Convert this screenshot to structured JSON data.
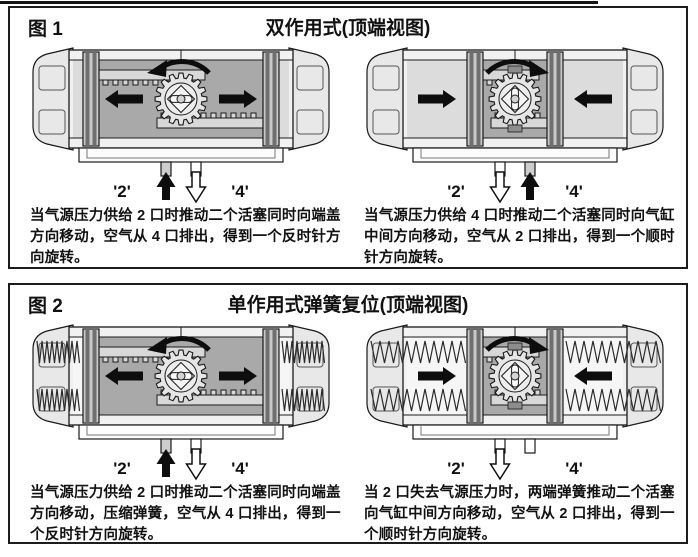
{
  "colors": {
    "line": "#1a1a1a",
    "body": "#e8e8e8",
    "chamber_outer": "#dcdcdc",
    "chamber_center": "#a9a9a9",
    "rack": "#d8d8d8",
    "gear": "#e6e6e6",
    "piston_dark": "#6f6f6f",
    "piston_light": "#c8c8c8"
  },
  "figure1": {
    "label": "图 1",
    "title": "双作用式(顶端视图)",
    "diagrams": [
      {
        "name": "double-acting-counterclockwise",
        "port2_label": "'2'",
        "port4_label": "'4'",
        "pistons": "outward",
        "rotation": "ccw",
        "springs": "none",
        "port2_flow": "supply",
        "port4_flow": "exhaust",
        "caption": "当气源压力供给 2 口时推动二个活塞同时向端盖方向移动，空气从 4 口排出，得到一个反时针方向旋转。"
      },
      {
        "name": "double-acting-clockwise",
        "port2_label": "'2'",
        "port4_label": "'4'",
        "pistons": "inward",
        "rotation": "cw",
        "springs": "none",
        "port2_flow": "exhaust",
        "port4_flow": "supply",
        "caption": "当气源压力供给 4 口时推动二个活塞同时向气缸中间方向移动，空气从 2 口排出，得到一个顺时针方向旋转。"
      }
    ]
  },
  "figure2": {
    "label": "图 2",
    "title": "单作用式弹簧复位(顶端视图)",
    "diagrams": [
      {
        "name": "spring-return-counterclockwise",
        "port2_label": "'2'",
        "port4_label": "'4'",
        "pistons": "outward",
        "rotation": "ccw",
        "springs": "compressed",
        "port2_flow": "supply",
        "port4_flow": "exhaust",
        "caption": "当气源压力供给 2 口时推动二个活塞同时向端盖方向移动，压缩弹簧，空气从 4 口排出，得到一个反时针方向旋转。"
      },
      {
        "name": "spring-return-clockwise",
        "port2_label": "'2'",
        "port4_label": "'4'",
        "pistons": "inward",
        "rotation": "cw",
        "springs": "extended",
        "port2_flow": "exhaust",
        "port4_flow": "none",
        "caption": "当 2 口失去气源压力时，两端弹簧推动二个活塞向气缸中间方向移动，空气从 2 口排出，得到一个顺时针方向旋转。"
      }
    ]
  }
}
